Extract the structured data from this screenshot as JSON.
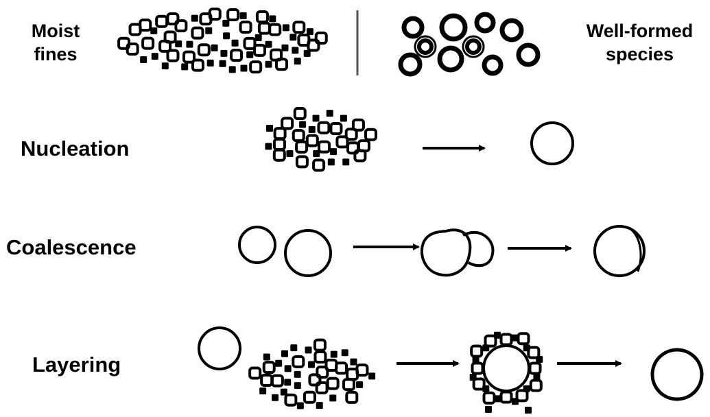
{
  "legend": {
    "fines_line1": "Moist",
    "fines_line2": "fines",
    "species_line1": "Well-formed",
    "species_line2": "species"
  },
  "stages": [
    {
      "label": "Nucleation"
    },
    {
      "label": "Coalescence"
    },
    {
      "label": "Layering"
    }
  ],
  "colors": {
    "ink": "#000000",
    "background": "#ffffff",
    "divider": "#555555"
  },
  "icons": [
    "fine-particle-cluster",
    "granule-circle",
    "right-arrow-icon",
    "merged-granule",
    "coated-granule"
  ]
}
